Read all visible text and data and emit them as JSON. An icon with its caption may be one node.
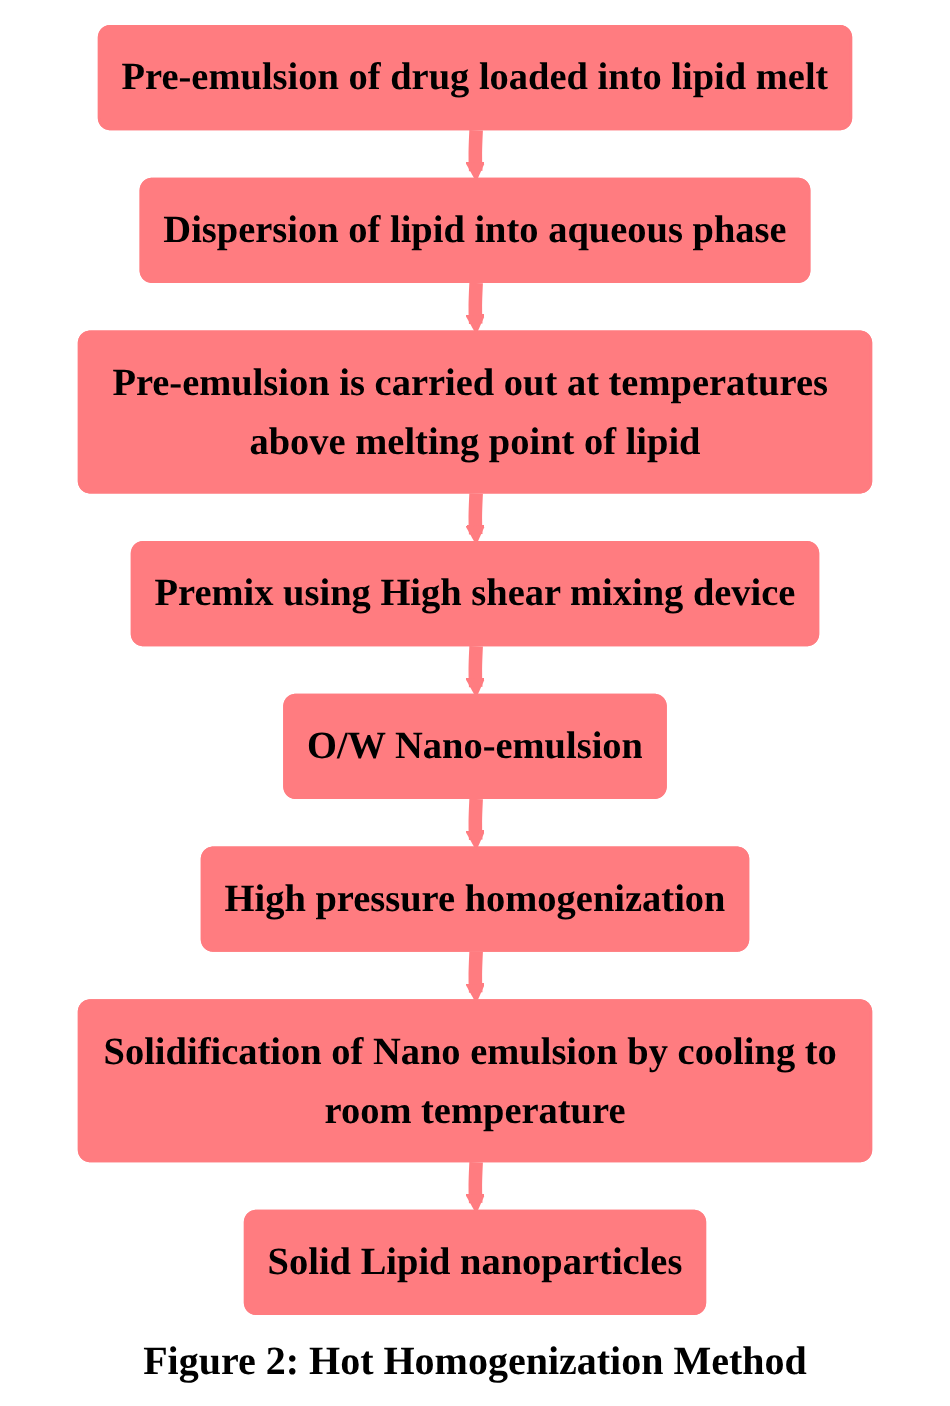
{
  "diagram": {
    "caption": "Figure 2: Hot Homogenization Method",
    "nodes": [
      {
        "text": [
          "Pre-emulsion of drug loaded into lipid melt"
        ]
      },
      {
        "text": [
          "Dispersion of lipid into aqueous phase"
        ]
      },
      {
        "text": [
          "Pre-emulsion is carried out at temperatures above melting point of lipid"
        ]
      },
      {
        "text": [
          "Premix using High shear mixing device"
        ]
      },
      {
        "text": [
          "O/W Nano-emulsion"
        ]
      },
      {
        "text": [
          "High pressure homogenization"
        ]
      },
      {
        "text": [
          "Solidification of Nano emulsion by cooling to room temperature"
        ]
      },
      {
        "text": [
          "Solid Lipid nanoparticles"
        ]
      }
    ],
    "edges": [
      {
        "from": 0,
        "to": 1,
        "arrow": "to"
      },
      {
        "from": 1,
        "to": 2,
        "arrow": "to"
      },
      {
        "from": 2,
        "to": 3,
        "arrow": "to"
      },
      {
        "from": 3,
        "to": 4,
        "arrow": "to"
      },
      {
        "from": 4,
        "to": 5,
        "arrow": "to"
      },
      {
        "from": 5,
        "to": 6,
        "arrow": "to"
      },
      {
        "from": 6,
        "to": 7,
        "arrow": "to"
      }
    ]
  }
}
